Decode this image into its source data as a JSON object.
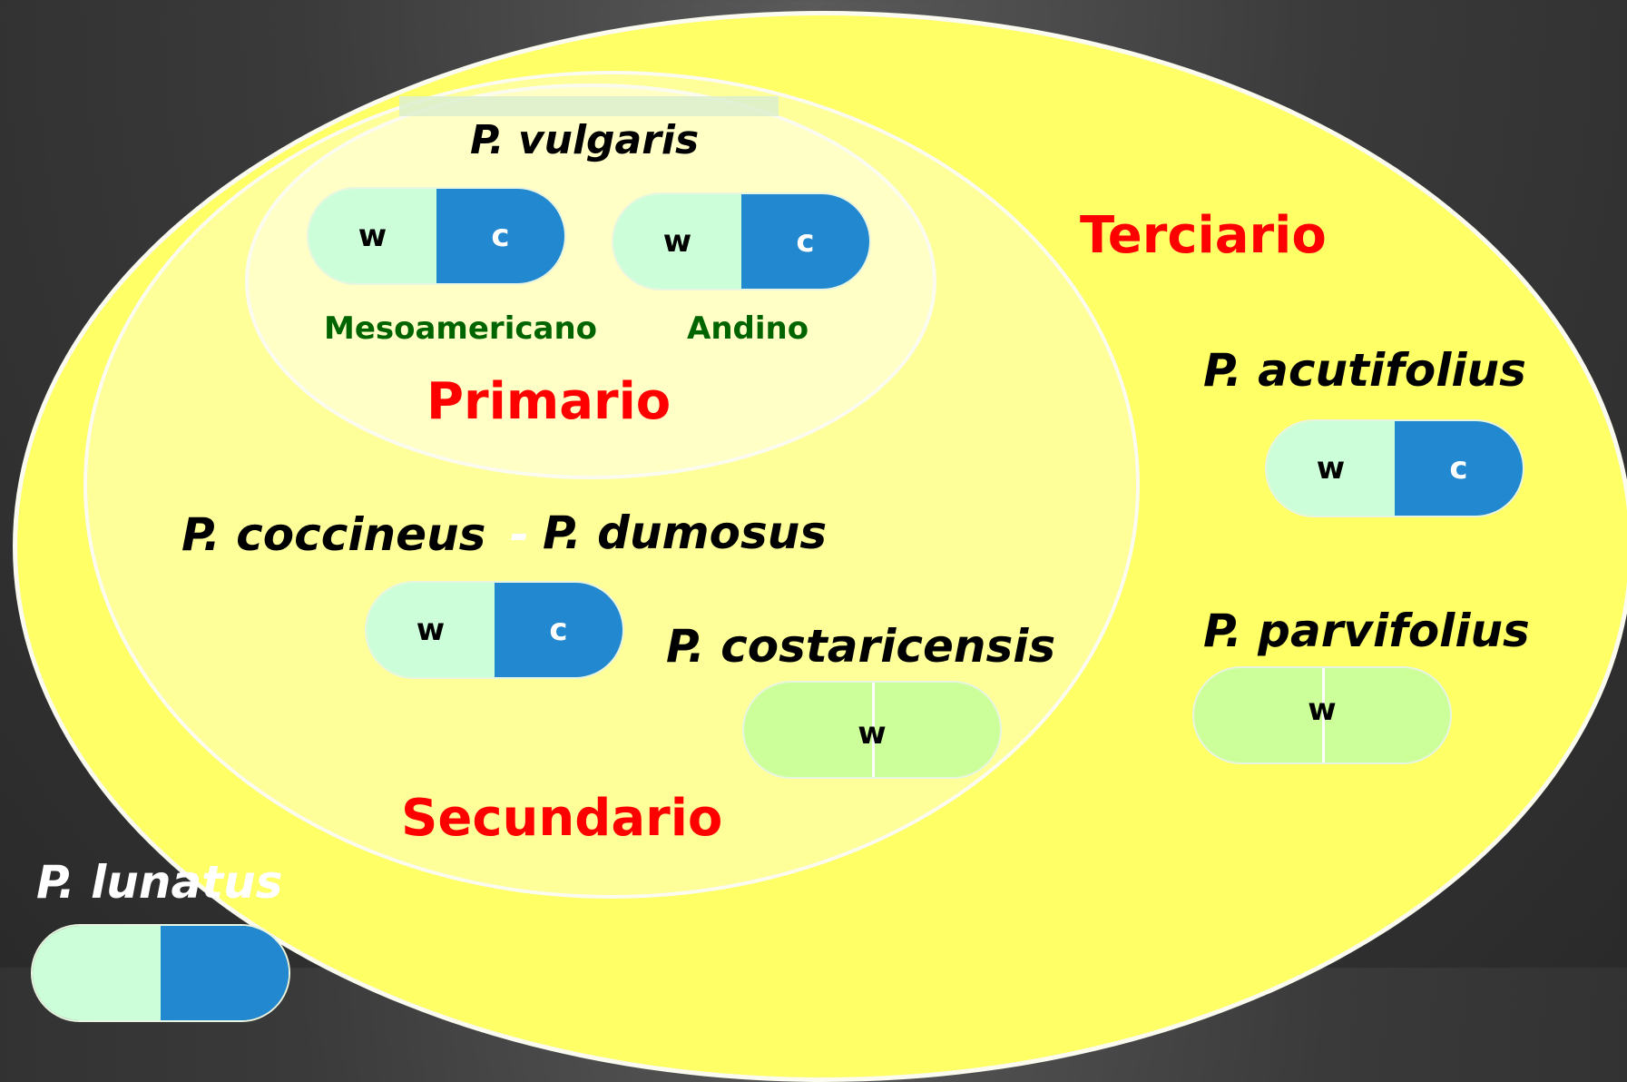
{
  "pools": {
    "primary": "Primario",
    "secondary": "Secundario",
    "tertiary": "Terciario"
  },
  "species": {
    "vulgaris": "P. vulgaris",
    "coccineus": "P. coccineus",
    "dash": "-",
    "dumosus": "P. dumosus",
    "costaricensis": "P. costaricensis",
    "acutifolius": "P. acutifolius",
    "parvifolius": "P. parvifolius",
    "lunatus": "P. lunatus"
  },
  "gene_pools": {
    "mesoamerican": "Mesoamericano",
    "andean": "Andino"
  },
  "pill_labels": {
    "wild": "w",
    "cultivated": "c"
  },
  "colors": {
    "tertiary_fill": "#ffff66",
    "secondary_fill": "#ffff99",
    "primary_fill": "#ffffc6",
    "pool_label": "#ff0000",
    "gene_pool_label": "#006400",
    "wild_half": "#ccffd9",
    "cultivated_half": "#2288d0",
    "wild_only_pill": "#ccff99"
  }
}
